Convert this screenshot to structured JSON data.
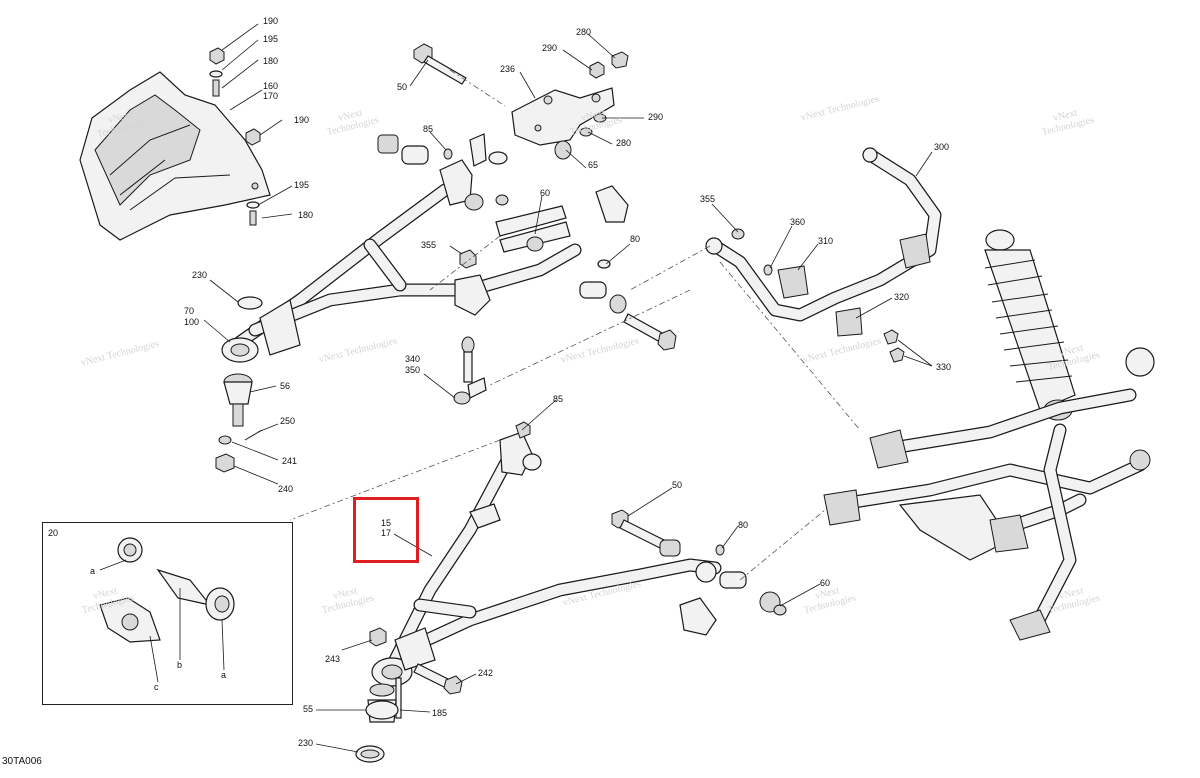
{
  "diagram_code": "30TA006",
  "highlight": {
    "labels": [
      "15",
      "17"
    ],
    "color": "#e02020"
  },
  "inset": {
    "number": "20",
    "letters": [
      "a",
      "b",
      "c",
      "a"
    ]
  },
  "callouts": [
    "190",
    "195",
    "180",
    "160",
    "170",
    "190",
    "195",
    "180",
    "50",
    "236",
    "290",
    "280",
    "290",
    "280",
    "85",
    "65",
    "60",
    "80",
    "355",
    "230",
    "70",
    "100",
    "56",
    "250",
    "241",
    "240",
    "340",
    "350",
    "85",
    "300",
    "355",
    "360",
    "310",
    "320",
    "330",
    "50",
    "80",
    "60",
    "243",
    "242",
    "55",
    "185",
    "230"
  ],
  "watermark": {
    "line1": "vNext",
    "line2": "Technologies",
    "single": "vNext Technologies"
  },
  "colors": {
    "line": "#1a1a1a",
    "part_fill": "#f2f2f2",
    "part_shade": "#d9d9d9",
    "watermark": "#d4d4d4"
  }
}
